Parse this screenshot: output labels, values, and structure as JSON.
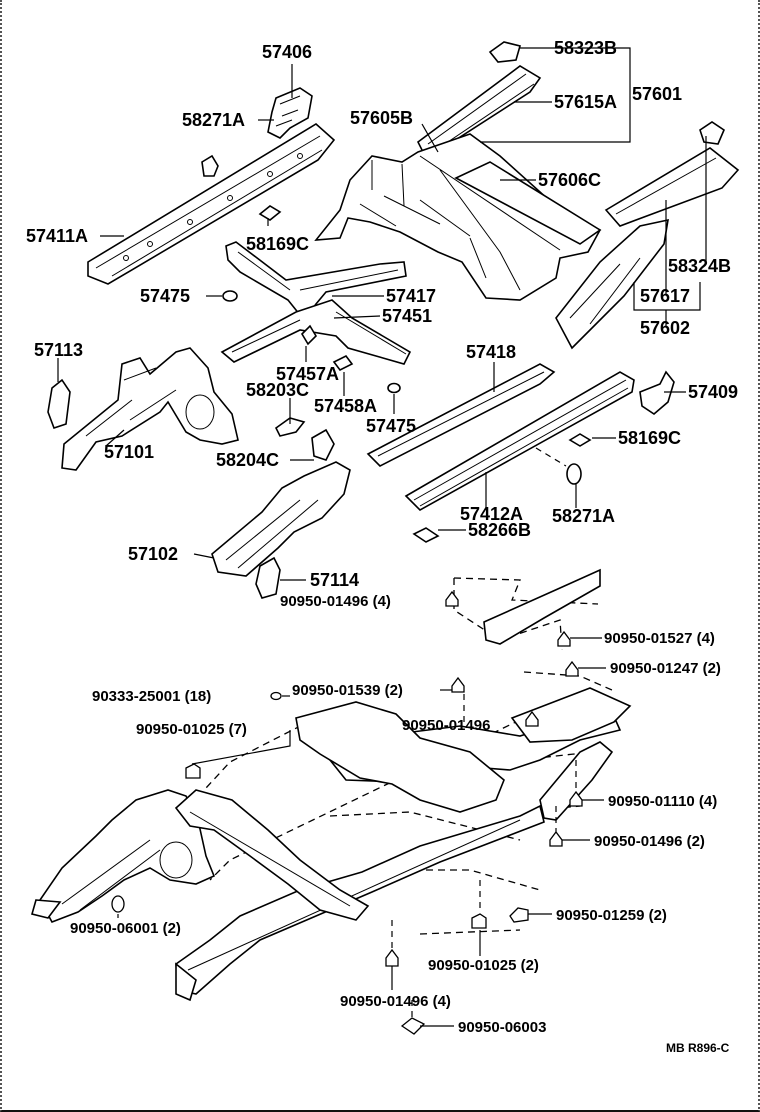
{
  "diagram": {
    "code": "MB R896-C",
    "labels": {
      "p57406": "57406",
      "p58271a_top": "58271A",
      "p57411a": "57411A",
      "p58169c_top": "58169C",
      "p57475_left": "57475",
      "p58323b": "58323B",
      "p57615a": "57615A",
      "p57601": "57601",
      "p57605b": "57605B",
      "p57606c": "57606C",
      "p58324b": "58324B",
      "p57617": "57617",
      "p57602": "57602",
      "p57417": "57417",
      "p57451": "57451",
      "p57113": "57113",
      "p57101": "57101",
      "p57457a": "57457A",
      "p58203c": "58203C",
      "p57458a": "57458A",
      "p57475_mid": "57475",
      "p57418": "57418",
      "p57409": "57409",
      "p58169c_right": "58169C",
      "p58204c": "58204C",
      "p57102": "57102",
      "p57412a": "57412A",
      "p58271a_bottom": "58271A",
      "p58266b": "58266B",
      "p57114": "57114",
      "p90950_01496_4_top": "90950-01496 (4)",
      "p90950_01527": "90950-01527 (4)",
      "p90950_01247": "90950-01247 (2)",
      "p90333_25001": "90333-25001 (18)",
      "p90950_01539": "90950-01539 (2)",
      "p90950_01025_7": "90950-01025 (7)",
      "p90950_01496_mid": "90950-01496",
      "p90950_01110": "90950-01110 (4)",
      "p90950_01496_2": "90950-01496 (2)",
      "p90950_06001": "90950-06001 (2)",
      "p90950_01259": "90950-01259 (2)",
      "p90950_01025_2": "90950-01025 (2)",
      "p90950_01496_4_bottom": "90950-01496 (4)",
      "p90950_06003": "90950-06003"
    }
  }
}
